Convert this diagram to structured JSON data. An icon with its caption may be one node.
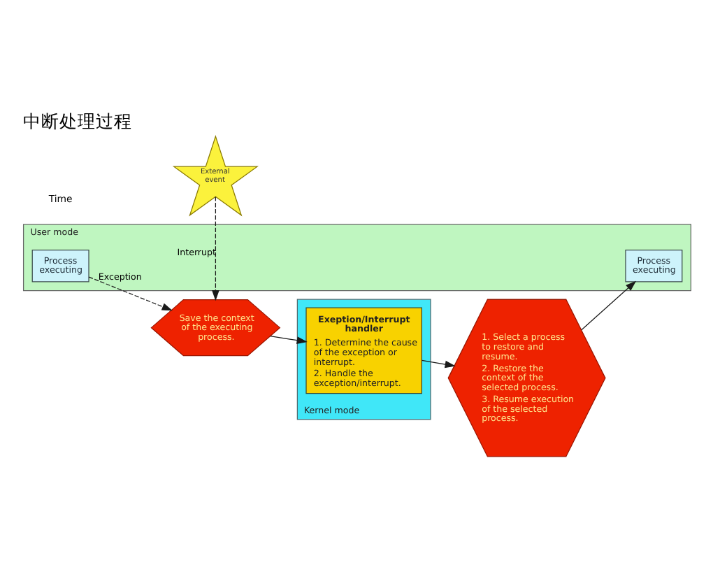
{
  "diagram": {
    "title": "中断处理过程",
    "nodes": [
      {
        "text": [
          "External event"
        ]
      },
      {
        "text": [
          "User mode"
        ]
      },
      {
        "text": [
          "Process executing"
        ],
        "in": 1
      },
      {
        "text": [
          "Save the context of the executing process."
        ]
      },
      {
        "text": [
          "1. Select a process to restore and resume.",
          "2. Restore the context of the selected process.",
          "3. Resume execution of the selected process."
        ]
      },
      {
        "text": [
          "Process executing"
        ],
        "in": 1
      },
      {
        "text": [
          "Kernel mode"
        ]
      },
      {
        "text": [
          "Exeption/Interrupt handler",
          "1. Determine the cause of the exception or interrupt.",
          "2. Handle the exception/interrupt."
        ],
        "in": 6
      }
    ],
    "edges": [
      {
        "from": 2,
        "to": 3,
        "arrow": "to",
        "label": "Exception",
        "style": "dashed"
      },
      {
        "from": 0,
        "to": 3,
        "arrow": "to",
        "label": "Interrupt",
        "style": "dashed"
      },
      {
        "from": 3,
        "to": 7,
        "arrow": "to"
      },
      {
        "from": 7,
        "to": 4,
        "arrow": "to"
      },
      {
        "from": 4,
        "to": 5,
        "arrow": "to"
      }
    ],
    "labels": [
      "Time"
    ]
  }
}
